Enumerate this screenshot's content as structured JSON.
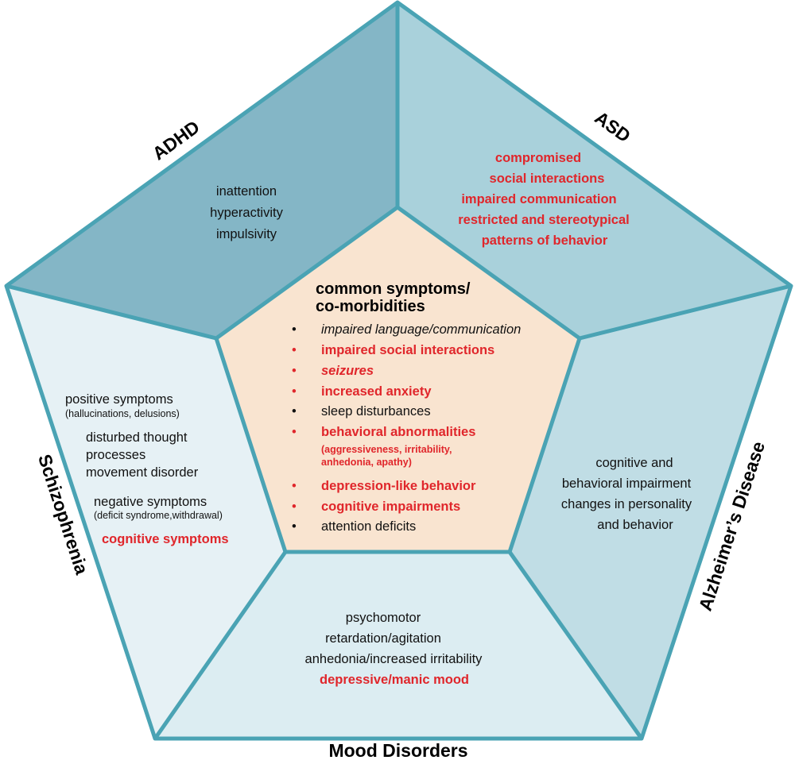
{
  "colors": {
    "outline": "#4aa3b4",
    "adhd_fill": "#84b6c6",
    "asd_fill": "#a9d1db",
    "alzheimers_fill": "#c0dde5",
    "mood_fill": "#dcedf2",
    "schizophrenia_fill": "#e6f1f5",
    "center_fill": "#f9e4d0",
    "red_text": "#e0262b"
  },
  "labels": {
    "adhd": "ADHD",
    "asd": "ASD",
    "schizophrenia": "Schizophrenia",
    "alzheimers": "Alzheimer’s Disease",
    "mood": "Mood Disorders"
  },
  "adhd": {
    "l1": "inattention",
    "l2": "hyperactivity",
    "l3": "impulsivity"
  },
  "asd": {
    "l1": "compromised",
    "l2": "social interactions",
    "l3": "impaired communication",
    "l4": "restricted and stereotypical",
    "l5": "patterns of behavior"
  },
  "schizophrenia": {
    "l1": "positive symptoms",
    "l2": "(hallucinations, delusions)",
    "l3": "disturbed thought",
    "l4": "processes",
    "l5": "movement disorder",
    "l6": "negative symptoms",
    "l7": "(deficit syndrome,withdrawal)",
    "l8": "cognitive symptoms"
  },
  "alzheimers": {
    "l1": "cognitive and",
    "l2": "behavioral impairment",
    "l3": "changes in personality",
    "l4": "and behavior"
  },
  "mood": {
    "l1": "psychomotor",
    "l2": "retardation/agitation",
    "l3": "anhedonia/increased irritability",
    "l4": "depressive/manic mood"
  },
  "center": {
    "title1": "common symptoms/",
    "title2": "co-morbidities",
    "bullet": "•",
    "items": [
      {
        "text": "impaired language/communication"
      },
      {
        "text": "impaired social interactions"
      },
      {
        "text": "seizures"
      },
      {
        "text": "increased anxiety"
      },
      {
        "text": "sleep disturbances"
      },
      {
        "text": "behavioral abnormalities"
      },
      {
        "text": "depression-like behavior"
      },
      {
        "text": "cognitive impairments"
      },
      {
        "text": "attention deficits"
      }
    ],
    "sub1": "(aggressiveness, irritability,",
    "sub2": "anhedonia, apathy)"
  }
}
